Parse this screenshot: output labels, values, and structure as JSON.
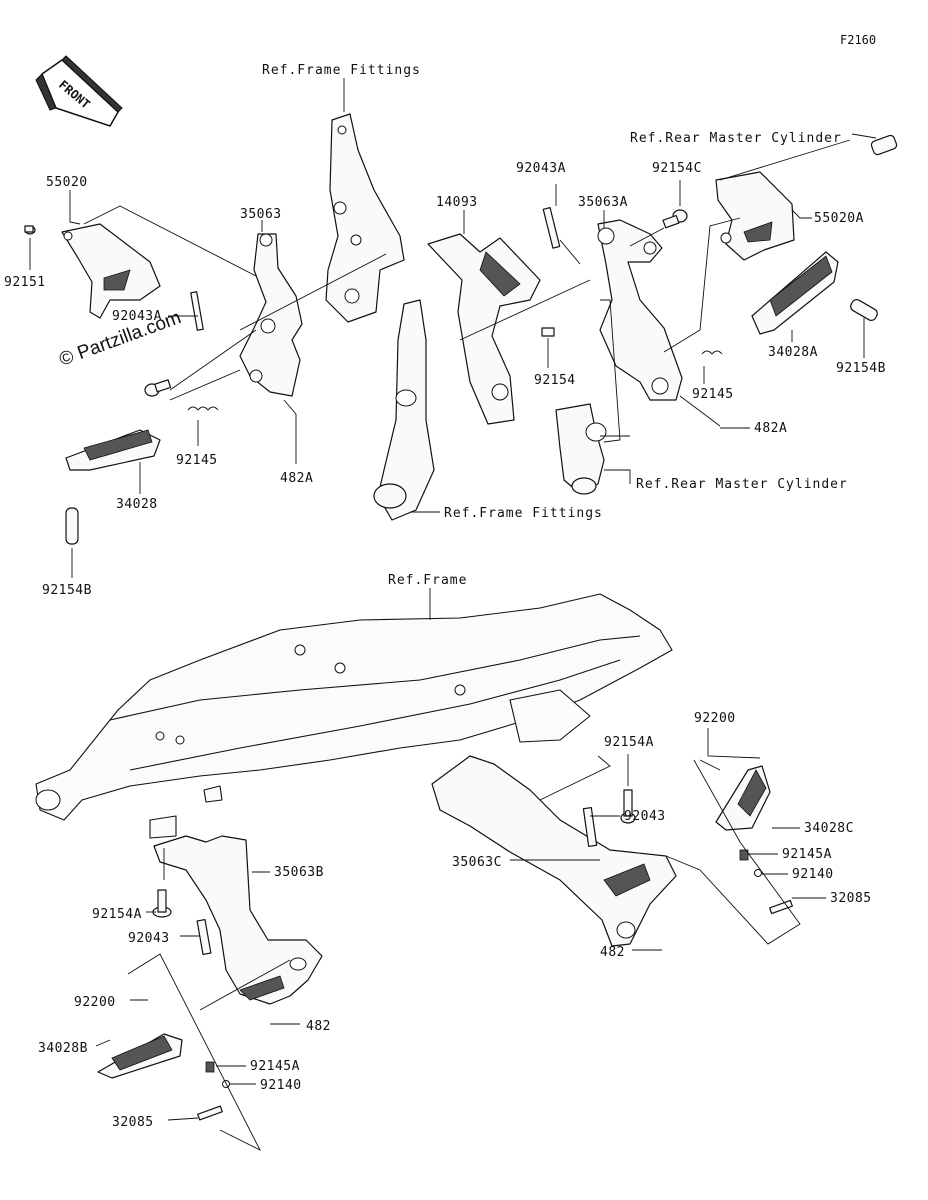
{
  "diagram_code": "F2160",
  "watermark": "© Partzilla.com",
  "front_arrow": {
    "label": "FRONT",
    "icon": "front-direction-arrow-icon"
  },
  "references": {
    "frame_fittings_top": "Ref.Frame Fittings",
    "rear_master_cylinder_top": "Ref.Rear Master Cylinder",
    "rear_master_cylinder_mid": "Ref.Rear Master Cylinder",
    "frame_fittings_mid": "Ref.Frame Fittings",
    "frame": "Ref.Frame"
  },
  "parts": {
    "p55020": "55020",
    "p92151": "92151",
    "p35063": "35063",
    "p92043A_left": "92043A",
    "p92145_left": "92145",
    "p482A_left": "482A",
    "p34028": "34028",
    "p92154B_left": "92154B",
    "p14093": "14093",
    "p92043A_mid": "92043A",
    "p92154": "92154",
    "p92154C": "92154C",
    "p35063A": "35063A",
    "p55020A": "55020A",
    "p34028A": "34028A",
    "p92154B_right": "92154B",
    "p92145_right": "92145",
    "p482A_right": "482A",
    "p92200_right": "92200",
    "p92154A_right": "92154A",
    "p34028C": "34028C",
    "p92043_right": "92043",
    "p35063C": "35063C",
    "p92145A_right": "92145A",
    "p92140_right": "92140",
    "p32085_right": "32085",
    "p482_right": "482",
    "p35063B": "35063B",
    "p92154A_left": "92154A",
    "p92043_left": "92043",
    "p92200_left": "92200",
    "p482_left": "482",
    "p34028B": "34028B",
    "p92145A_left": "92145A",
    "p92140_left": "92140",
    "p32085_left": "32085"
  }
}
